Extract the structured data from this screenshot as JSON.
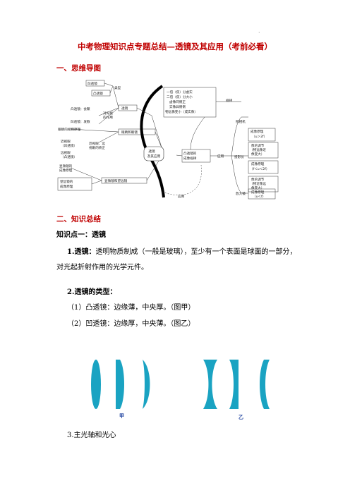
{
  "page": {
    "dot": "·",
    "title": "中考物理知识点专题总结—透镜及其应用（考前必看）"
  },
  "sections": {
    "s1": "一、思维导图",
    "s2": "二、知识总结"
  },
  "mindmap": {
    "center": [
      "透镜",
      "及其应用"
    ],
    "left_top": {
      "concave_lens": "凹透镜",
      "convex_lens": "凸透镜",
      "type": "类型",
      "lens": "透镜",
      "convex_converge": "凸透镜：会聚",
      "effect": [
        "对光线",
        "的作用"
      ],
      "concave_diverge": "凹透镜：发散"
    },
    "left_mid": {
      "eye_principle": "眼睛的视物原理",
      "eye_and_glasses": "眼睛和眼镜",
      "myopia": [
        "近视眼",
        "（凹透镜）"
      ],
      "correction": [
        "近视眼、远",
        "视眼的矫正"
      ],
      "hyperopia": [
        "远视眼",
        "（凸透镜）"
      ]
    },
    "left_bot": {
      "microscope": [
        "显微镜的",
        "成像原理"
      ],
      "telescope": [
        "望远镜的",
        "成像原理"
      ],
      "scopes": "显微镜和望远镜"
    },
    "right": {
      "convex_rule": [
        "凸透镜的",
        "成像规律"
      ],
      "rule_box": [
        "一倍（焦）分虚实",
        "二倍（焦）分大小",
        "虚像同侧正",
        "实像异侧倒",
        "物远像变小（成实像）"
      ],
      "rule_label": "规律",
      "application": "应用",
      "camera": "照相机",
      "camera_principle": [
        "成像原理",
        "（u＞2f）"
      ],
      "camera_adjust": [
        "像的调节",
        "（物远像近",
        "像变大）"
      ],
      "projector": "投影仪",
      "projector_principle": [
        "成像原理",
        "（f＜u＜2f）"
      ],
      "projector_adjust": [
        "像的调节",
        "（物近像远",
        "像变大）"
      ],
      "magnifier": "放大镜",
      "magnifier_principle": [
        "成像原理",
        "（u＜f）"
      ],
      "magnifier_adjust": [
        "像的调节",
        "（物近像近",
        "像变小）"
      ],
      "apply_label": "应用"
    }
  },
  "knowledge": {
    "point1": "知识点一：透镜",
    "item1_term": "1.透镜：",
    "item1_text_a": "透明物质制成（一般是玻璃），至少有一个表面是球面的一部分，",
    "item1_text_b": "对光起折射作用的光学元件。",
    "item2_title": "2.透镜的类型：",
    "item2_a": "（1）凸透镜：边缘薄，中央厚。（图甲）",
    "item2_b": "（2）凹透镜：边缘厚，中央薄。（图乙）",
    "label_jia": "甲",
    "label_yi": "乙",
    "item3_title": "3.主光轴和光心"
  },
  "colors": {
    "lens": "#1aa3c2",
    "title": "#c00000",
    "label": "#1a3e9e"
  }
}
